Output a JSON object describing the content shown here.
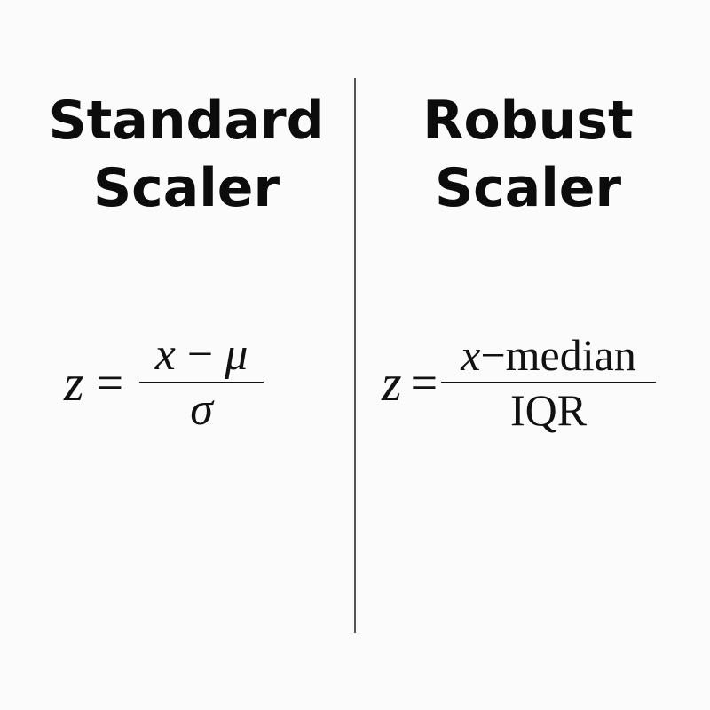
{
  "left_panel": {
    "title_line1": "Standard",
    "title_line2": "Scaler",
    "formula": {
      "lhs": "z",
      "equals": "=",
      "numerator_var": "x",
      "numerator_op": " − ",
      "numerator_term": "μ",
      "denominator": "σ"
    }
  },
  "right_panel": {
    "title_line1": "Robust",
    "title_line2": "Scaler",
    "formula": {
      "lhs": "z",
      "equals": "=",
      "numerator_var": "x",
      "numerator_op": "−",
      "numerator_term": "median",
      "denominator": "IQR"
    }
  },
  "colors": {
    "background": "#fbfbfb",
    "text": "#0c0c0c",
    "divider": "#555555"
  }
}
